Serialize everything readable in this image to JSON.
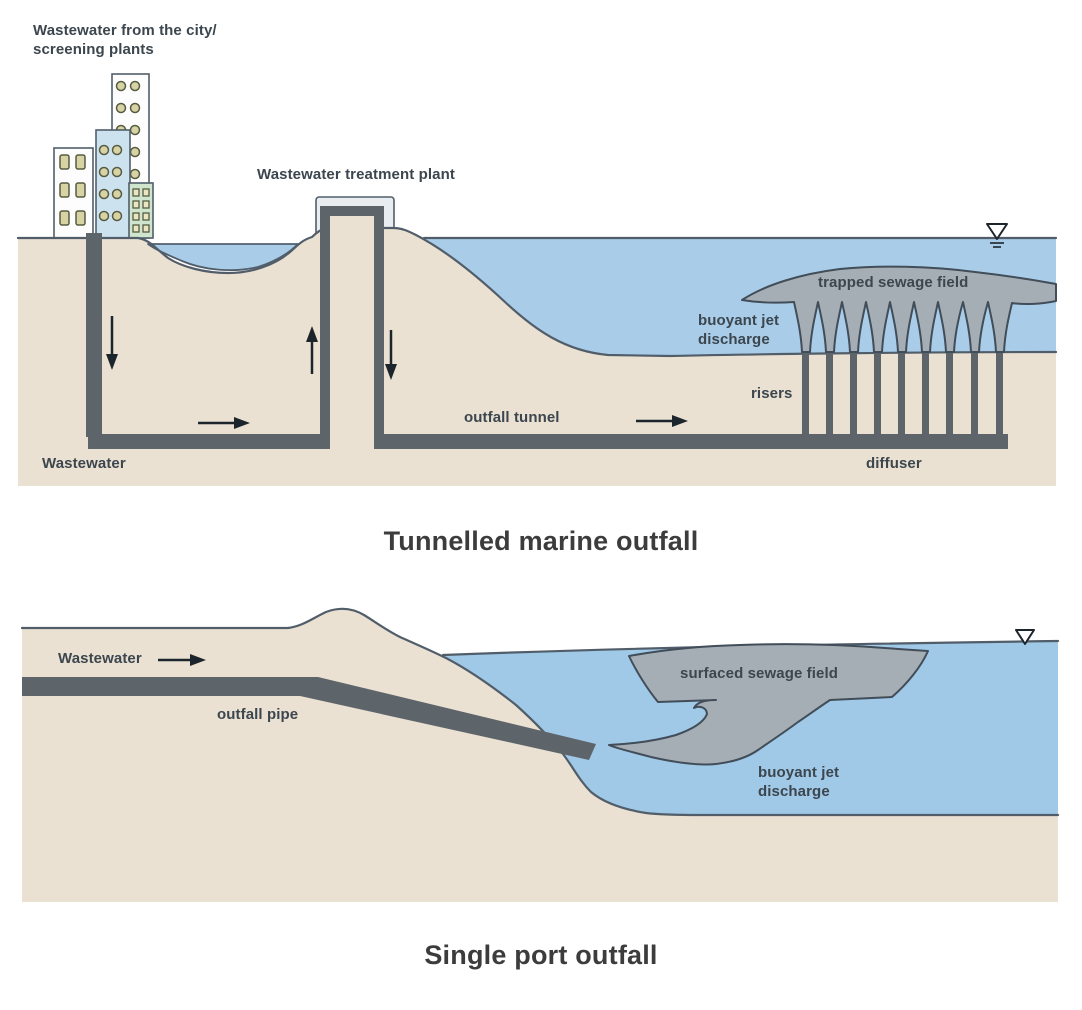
{
  "colors": {
    "land": "#ebe1d3",
    "water": "#a9cde9",
    "water2": "#a0c8e7",
    "structure": "#5e656a",
    "sewage": "#a6aeb5",
    "sewage-outline": "#414d58",
    "outline": "#515e6a",
    "plant-housing": "#e9edf0",
    "building-white": "#fdfdfd",
    "building-blue": "#cde2ef",
    "building-green": "#cfe5cd",
    "window": "#d8d3a5",
    "window-ring": "#565c41",
    "arrow": "#1d252c",
    "label": "#3c464e",
    "title": "#3c3c3c"
  },
  "top_diagram": {
    "title": "Tunnelled marine outfall",
    "labels": {
      "city_source": "Wastewater from the city/\nscreening plants",
      "treatment_plant": "Wastewater treatment plant",
      "wastewater": "Wastewater",
      "outfall_tunnel": "outfall tunnel",
      "trapped_sewage_field": "trapped sewage field",
      "buoyant_jet_discharge": "buoyant jet\ndischarge",
      "risers": "risers",
      "diffuser": "diffuser"
    }
  },
  "bottom_diagram": {
    "title": "Single port outfall",
    "labels": {
      "wastewater": "Wastewater",
      "outfall_pipe": "outfall pipe",
      "surfaced_sewage_field": "surfaced sewage field",
      "buoyant_jet_discharge": "buoyant jet\ndischarge"
    }
  }
}
